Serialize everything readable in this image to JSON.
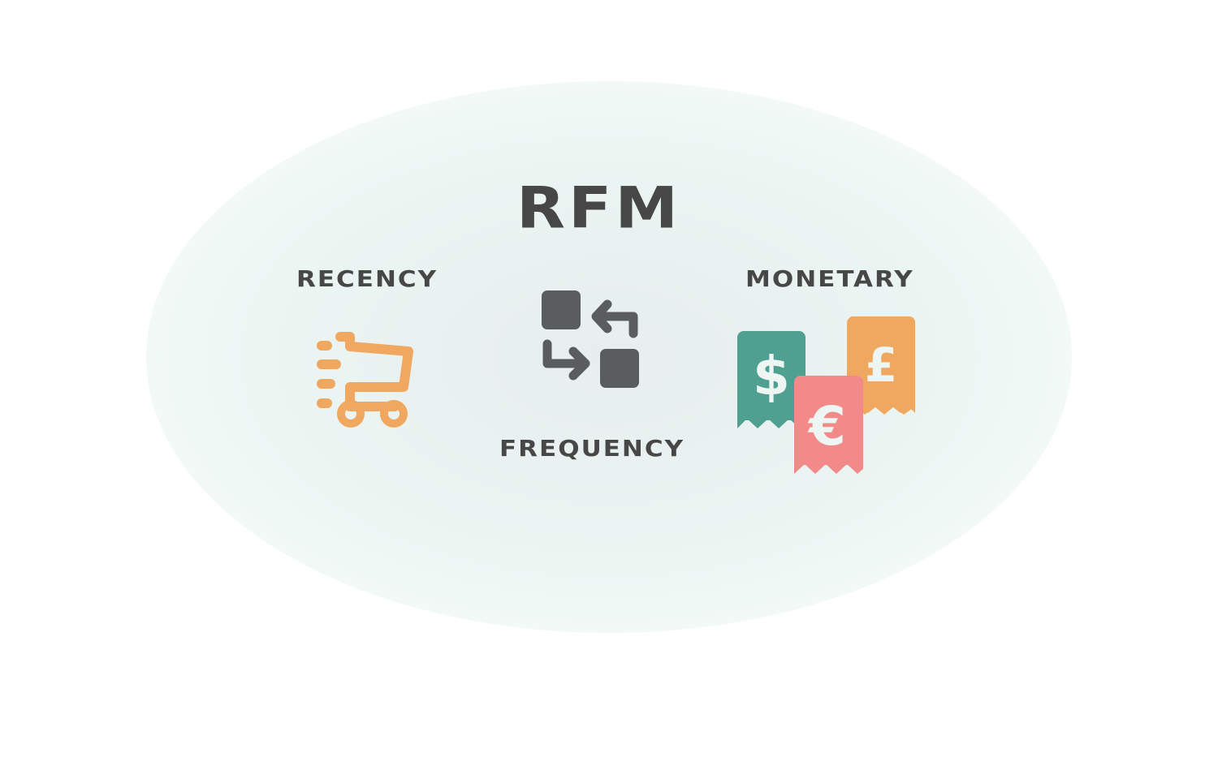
{
  "diagram": {
    "title": "RFM",
    "components": [
      {
        "key": "recency",
        "label": "RECENCY",
        "icon": "shopping-cart-icon",
        "color": "#f0a860"
      },
      {
        "key": "frequency",
        "label": "FREQUENCY",
        "icon": "exchange-arrows-icon",
        "color": "#5a5d60"
      },
      {
        "key": "monetary",
        "label": "MONETARY",
        "icon": "currency-receipts-icon",
        "receipts": [
          {
            "symbol": "$",
            "color": "#4fa090"
          },
          {
            "symbol": "€",
            "color": "#f28a8a"
          },
          {
            "symbol": "£",
            "color": "#f0a860"
          }
        ]
      }
    ],
    "colors": {
      "text": "#474747",
      "background_glow": "#e9f3f0",
      "glyph": "#eef6f4"
    }
  }
}
